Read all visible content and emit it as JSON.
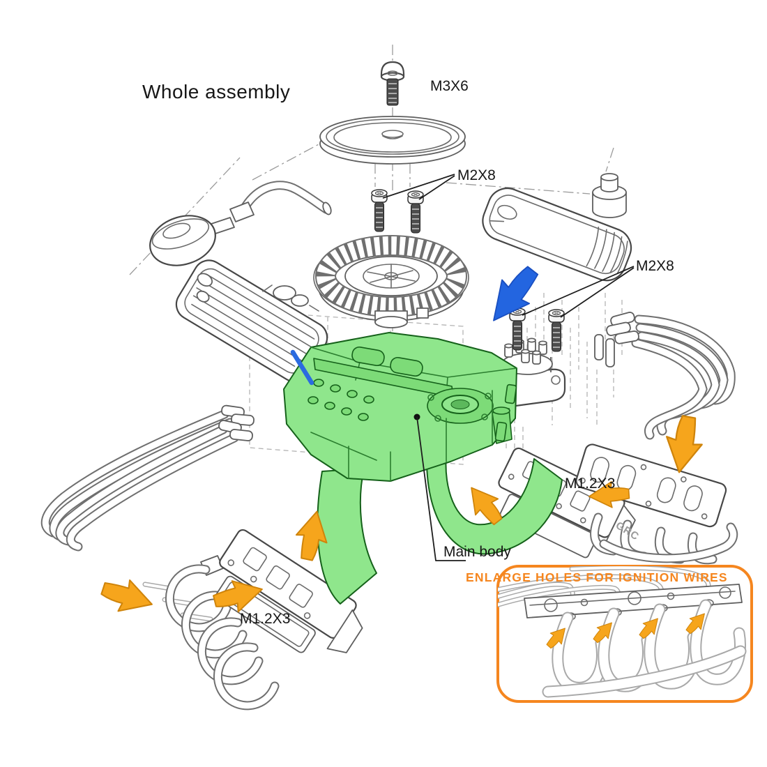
{
  "diagram": {
    "title": "Whole assembly",
    "callouts": {
      "m3x6": "M3X6",
      "m2x8_top": "M2X8",
      "m2x8_right": "M2X8",
      "m12x3_left": "M1.2X3",
      "m12x3_right": "M1.2X3",
      "main_body": "Main body"
    },
    "inset": {
      "note": "ENLARGE HOLES FOR IGNITION WIRES"
    },
    "engraving": "GRC",
    "colors": {
      "highlight-green": "#8FE68C",
      "arrow-orange": "#F6A51C",
      "arrow-blue": "#2365E0",
      "note-orange": "#F5861F"
    }
  }
}
